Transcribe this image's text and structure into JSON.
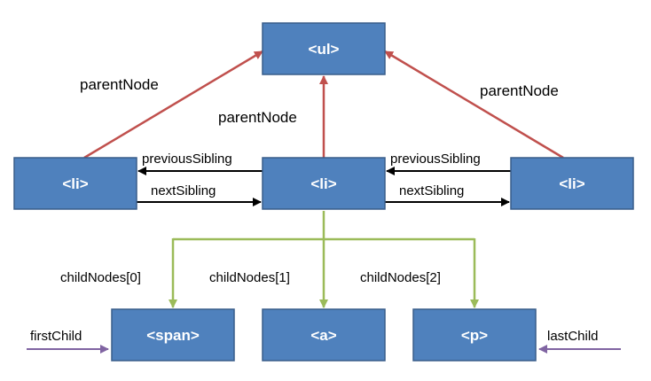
{
  "nodes": {
    "ul": "<ul>",
    "li_left": "<li>",
    "li_center": "<li>",
    "li_right": "<li>",
    "span": "<span>",
    "a": "<a>",
    "p": "<p>"
  },
  "labels": {
    "parent_left": "parentNode",
    "parent_center": "parentNode",
    "parent_right": "parentNode",
    "prev_left": "previousSibling",
    "next_left": "nextSibling",
    "prev_right": "previousSibling",
    "next_right": "nextSibling",
    "child0": "childNodes[0]",
    "child1": "childNodes[1]",
    "child2": "childNodes[2]",
    "first_child": "firstChild",
    "last_child": "lastChild"
  },
  "colors": {
    "node_fill": "#4f81bd",
    "node_stroke": "#385d8a",
    "parent_arrow": "#c0504d",
    "sibling_arrow": "#000000",
    "child_arrow": "#9bbb59",
    "pointer_arrow": "#8064a2"
  }
}
